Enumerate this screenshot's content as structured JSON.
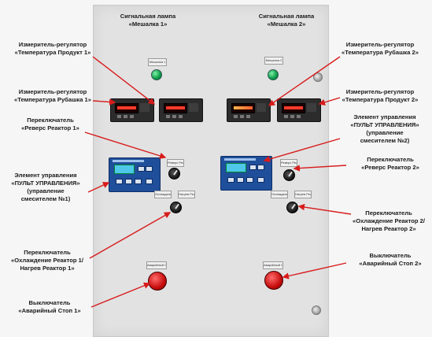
{
  "labels": {
    "lamp1": [
      "Сигнальная лампа",
      "«Мешалка 1»"
    ],
    "lamp2": [
      "Сигнальная лампа",
      "«Мешалка 2»"
    ],
    "temp_product1": [
      "Измеритель-регулятор",
      "«Температура Продукт 1»"
    ],
    "temp_jacket2": [
      "Измеритель-регулятор",
      "«Температура Рубашка 2»"
    ],
    "temp_jacket1": [
      "Измеритель-регулятор",
      "«Температура Рубашка 1»"
    ],
    "temp_product2": [
      "Измеритель-регулятор",
      "«Температура Продукт 2»"
    ],
    "reverse1": [
      "Переключатель",
      "«Реверс Реактор 1»"
    ],
    "control2": [
      "Элемент управления",
      "«ПУЛЬТ УПРАВЛЕНИЯ»",
      "(управление",
      "смесителем №2)"
    ],
    "control1": [
      "Элемент управления",
      "«ПУЛЬТ УПРАВЛЕНИЯ»",
      "(управление",
      "смесителем №1)"
    ],
    "reverse2": [
      "Переключатель",
      "«Реверс Реактор 2»"
    ],
    "coolheat2": [
      "Переключатель",
      "«Охлаждение Реактор 2/",
      "Нагрев Реактор 2»"
    ],
    "coolheat1": [
      "Переключатель",
      "«Охлаждение Реактор 1/",
      "Нагрев Реактор 1»"
    ],
    "estop2": [
      "Выключатель",
      "«Аварийный Стоп 2»"
    ],
    "estop1": [
      "Выключатель",
      "«Аварийный Стоп 1»"
    ]
  },
  "plates": {
    "mixer1": "Мешалка 1",
    "mixer2": "Мешалка 2",
    "reverse1": "Реверс Реактор 1",
    "reverse2": "Реверс Реактор 2",
    "cool1": "Охлаждение Реактор 1",
    "heat1": "Нагрев Реактор 1",
    "cool2": "Охлаждение Реактор 2",
    "heat2": "Нагрев Реактор 2",
    "estop1": "Аварийный Стоп 1",
    "estop2": "Аварийный Стоп 2"
  },
  "colors": {
    "panel": "#e2e2e2",
    "lamp": "#0a9a47",
    "controller": "#1f4f9a",
    "estop": "#c70d0d",
    "arrow": "#d81b1b"
  }
}
